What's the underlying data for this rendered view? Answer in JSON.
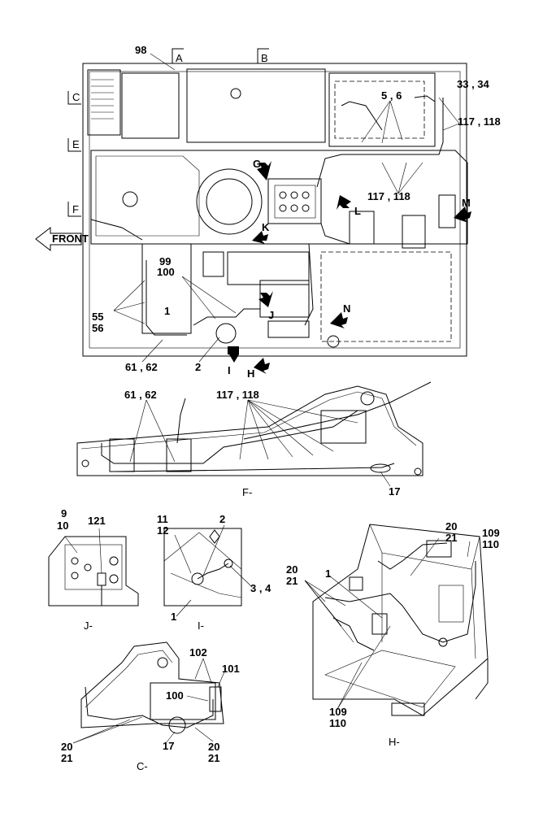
{
  "main_view": {
    "section_markers": {
      "a": "A",
      "b": "B",
      "c": "C",
      "e": "E",
      "f": "F"
    },
    "arrow_letters": {
      "g": "G",
      "k": "K",
      "l": "L",
      "m": "M",
      "n": "N",
      "j": "J",
      "i": "I",
      "h": "H"
    },
    "front_label": "FRONT",
    "callouts": {
      "c98": "98",
      "c5_6": "5 , 6",
      "c33_34": "33 , 34",
      "c117_118_a": "117 , 118",
      "c117_118_b": "117 , 118",
      "c99": "99",
      "c100": "100",
      "c55": "55",
      "c56": "56",
      "c1": "1",
      "c61_62": "61 , 62",
      "c2": "2"
    }
  },
  "view_f": {
    "title": "F-",
    "callouts": {
      "c61_62": "61 , 62",
      "c117_118": "117 , 118",
      "c17": "17"
    }
  },
  "view_j": {
    "title": "J-",
    "callouts": {
      "c9": "9",
      "c10": "10",
      "c121": "121"
    }
  },
  "view_i": {
    "title": "I-",
    "callouts": {
      "c11": "11",
      "c12": "12",
      "c2": "2",
      "c3_4": "3 , 4",
      "c1": "1"
    }
  },
  "view_h": {
    "title": "H-",
    "callouts": {
      "c20_top": "20",
      "c21_top": "21",
      "c109_top": "109",
      "c110_top": "110",
      "c20_left": "20",
      "c21_left": "21",
      "c1": "1",
      "c109_bot": "109",
      "c110_bot": "110"
    }
  },
  "view_c": {
    "title": "C-",
    "callouts": {
      "c102": "102",
      "c101": "101",
      "c100": "100",
      "c17": "17",
      "c20_left": "20",
      "c21_left": "21",
      "c20_right": "20",
      "c21_right": "21"
    }
  }
}
